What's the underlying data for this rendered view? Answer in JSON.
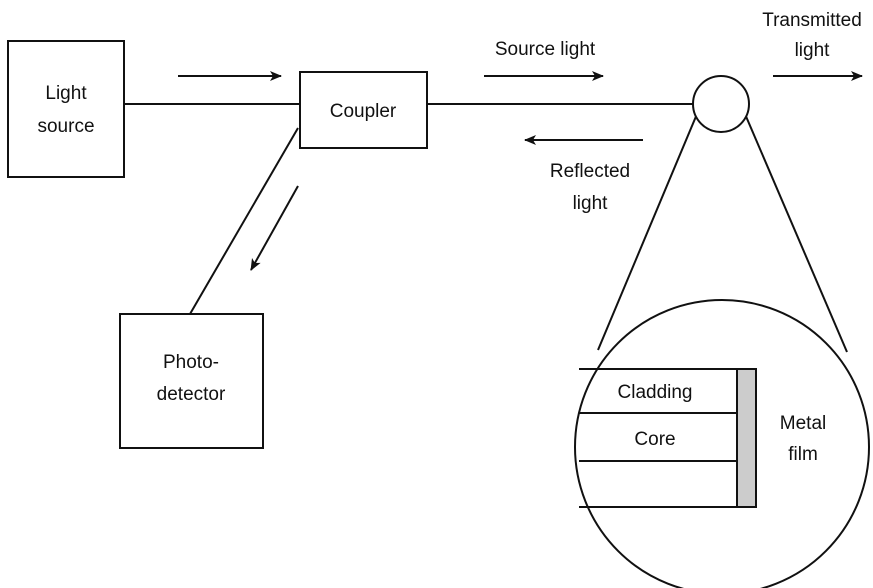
{
  "labels": {
    "light_source_1": "Light",
    "light_source_2": "source",
    "coupler": "Coupler",
    "photodetector_1": "Photo-",
    "photodetector_2": "detector",
    "source_light": "Source light",
    "reflected_1": "Reflected",
    "reflected_2": "light",
    "transmitted_1": "Transmitted",
    "transmitted_2": "light",
    "cladding": "Cladding",
    "core": "Core",
    "metal_1": "Metal",
    "metal_2": "film"
  },
  "colors": {
    "stroke": "#111111",
    "metal_film": "#cccccc",
    "background": "#ffffff"
  }
}
